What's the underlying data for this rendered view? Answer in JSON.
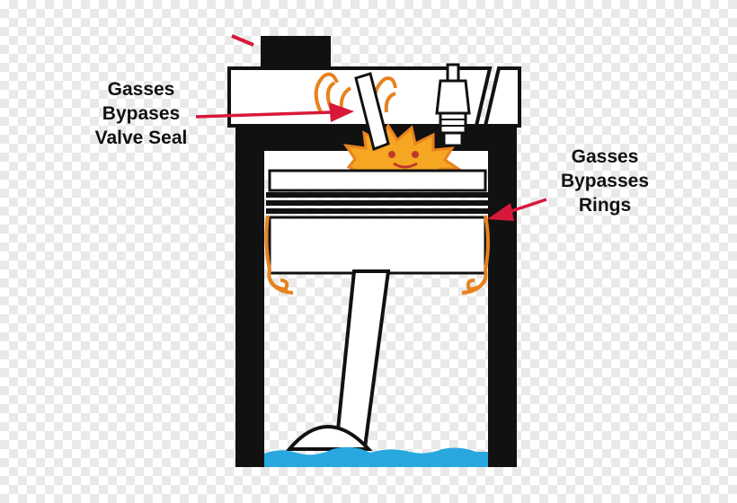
{
  "labels": {
    "valve_seal": [
      "Gasses",
      "Bypases",
      "Valve Seal"
    ],
    "rings": [
      "Gasses",
      "Bypasses",
      "Rings"
    ]
  },
  "colors": {
    "outline": "#111111",
    "arrow": "#d8183a",
    "flame": "#e8821e",
    "flame_core": "#f5a623",
    "oil": "#29a8e0",
    "metal": "#ffffff"
  },
  "icons": [
    "valve-icon",
    "spark-plug-icon",
    "explosion-icon",
    "piston-icon",
    "connecting-rod-icon",
    "crankshaft-icon",
    "oil-pan-icon"
  ]
}
